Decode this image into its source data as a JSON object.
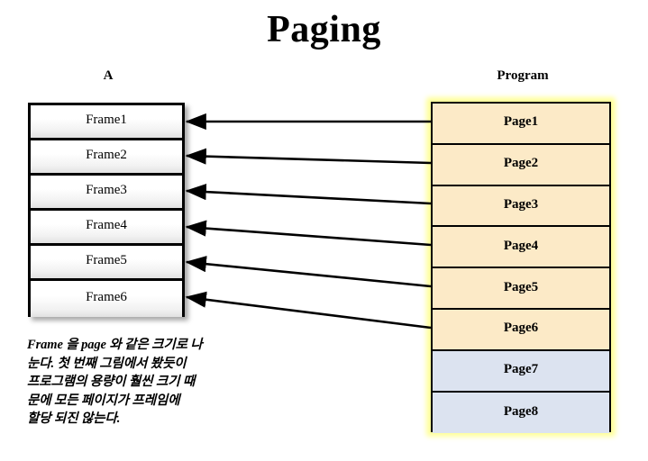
{
  "slide": {
    "title": "Paging",
    "background_color": "#ffffff"
  },
  "columns": {
    "frames": {
      "caption": "A",
      "fill_color": "#ffffff",
      "border_color": "#000000",
      "items": [
        {
          "label": "Frame1"
        },
        {
          "label": "Frame2"
        },
        {
          "label": "Frame3"
        },
        {
          "label": "Frame4"
        },
        {
          "label": "Frame5"
        },
        {
          "label": "Frame6"
        }
      ]
    },
    "program": {
      "caption": "Program",
      "glow_color": "#ffff99",
      "border_color": "#000000",
      "mapped_fill_color": "#fceac7",
      "unmapped_fill_color": "#dce3f0",
      "items": [
        {
          "label": "Page1",
          "mapped": true
        },
        {
          "label": "Page2",
          "mapped": true
        },
        {
          "label": "Page3",
          "mapped": true
        },
        {
          "label": "Page4",
          "mapped": true
        },
        {
          "label": "Page5",
          "mapped": true
        },
        {
          "label": "Page6",
          "mapped": true
        },
        {
          "label": "Page7",
          "mapped": false
        },
        {
          "label": "Page8",
          "mapped": false
        }
      ]
    }
  },
  "mappings": [
    {
      "from": "Page1",
      "to": "Frame1"
    },
    {
      "from": "Page2",
      "to": "Frame2"
    },
    {
      "from": "Page3",
      "to": "Frame3"
    },
    {
      "from": "Page4",
      "to": "Frame4"
    },
    {
      "from": "Page5",
      "to": "Frame5"
    },
    {
      "from": "Page6",
      "to": "Frame6"
    }
  ],
  "notes": {
    "text": "Frame 을 page 와 같은 크기로 나\n눈다. 첫 번째 그림에서 봤듯이\n프로그램의 용량이 훨씬 크기 때\n문에 모든 페이지가 프레임에\n할당 되진 않는다."
  }
}
